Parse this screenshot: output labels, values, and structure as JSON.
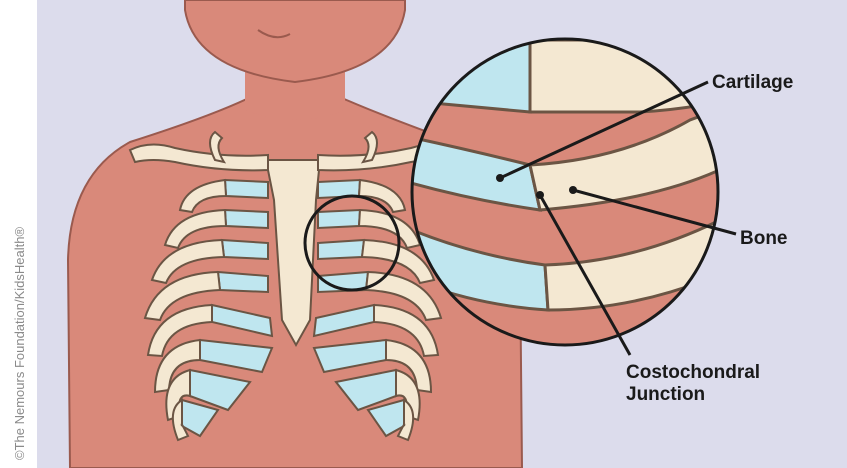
{
  "credit": "©The Nemours Foundation/KidsHealth®",
  "labels": {
    "cartilage": "Cartilage",
    "bone": "Bone",
    "junction_line1": "Costochondral",
    "junction_line2": "Junction"
  },
  "colors": {
    "background": "#dcdcec",
    "skin": "#d9897a",
    "skin_outline": "#9a5a4e",
    "bone": "#f4e8d2",
    "bone_outline": "#6b5544",
    "cartilage": "#bfe6ef",
    "text": "#1a1a1a"
  }
}
